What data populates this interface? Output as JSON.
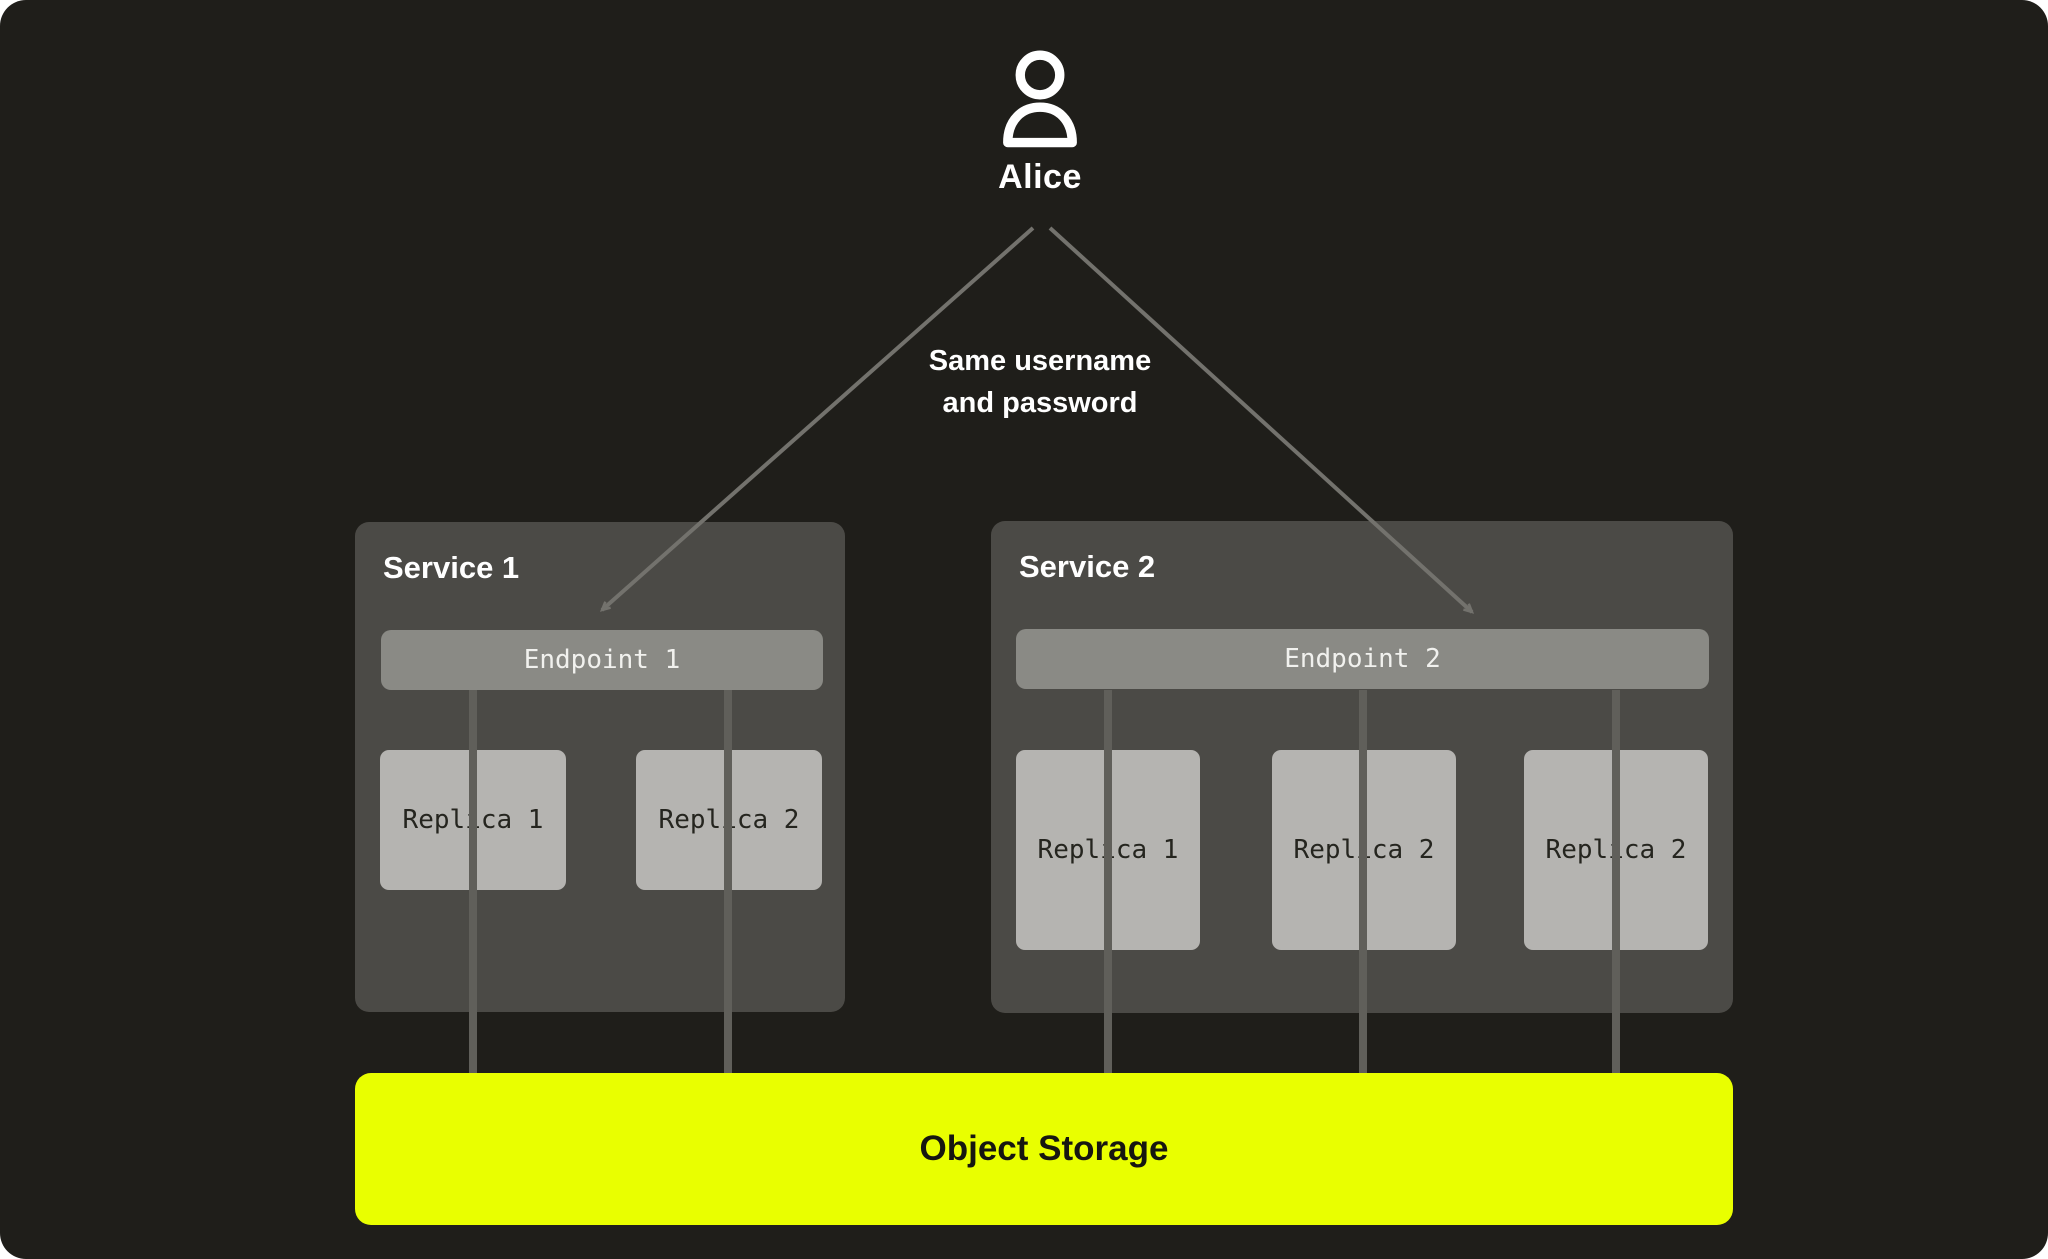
{
  "diagram": {
    "user": {
      "name": "Alice"
    },
    "annotation": {
      "line1": "Same username",
      "line2": "and password"
    },
    "services": [
      {
        "title": "Service 1",
        "endpoint": "Endpoint 1",
        "replicas": [
          "Replica 1",
          "Replica 2"
        ]
      },
      {
        "title": "Service 2",
        "endpoint": "Endpoint 2",
        "replicas": [
          "Replica 1",
          "Replica 2",
          "Replica 2"
        ]
      }
    ],
    "storage": {
      "label": "Object Storage"
    },
    "colors": {
      "background": "#1f1e1a",
      "service_box": "#4b4a46",
      "endpoint_bar": "#8a8a85",
      "replica_box": "#b5b4b1",
      "storage": "#e9ff00",
      "arrow": "#73726d",
      "connector": "#605f5a",
      "text_light": "#ffffff",
      "text_dark": "#161610"
    }
  }
}
